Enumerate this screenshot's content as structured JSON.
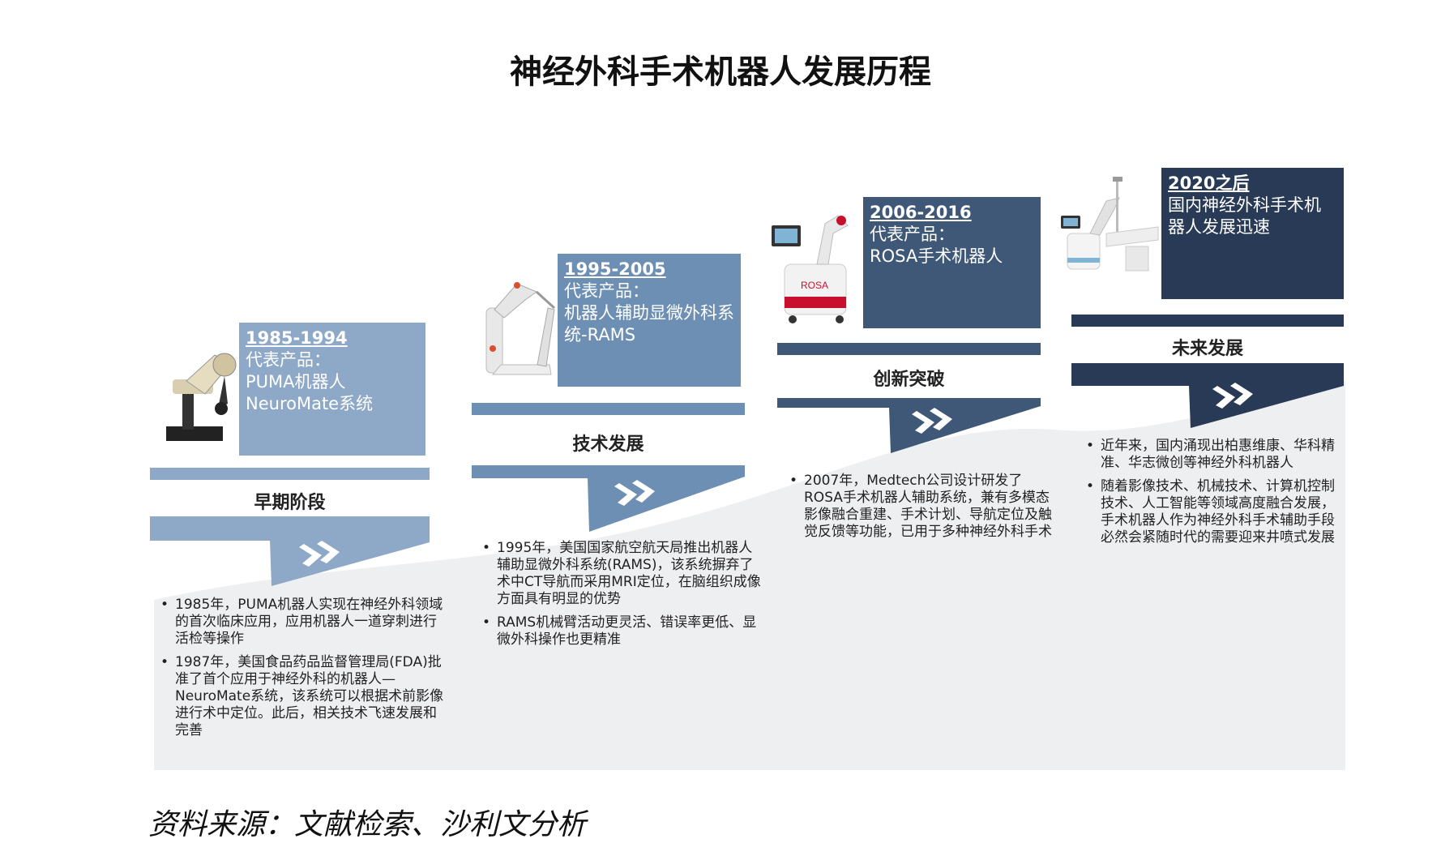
{
  "title": "神经外科手术机器人发展历程",
  "colors": {
    "stage1": "#8ea9c8",
    "stage2": "#6e8fb4",
    "stage3": "#3f5878",
    "stage4": "#283a55",
    "wave": "#eeeff1"
  },
  "stages": [
    {
      "period": "1985-1994",
      "product_label": "代表产品：",
      "product_lines": [
        "PUMA机器人",
        "NeuroMate系统"
      ],
      "label": "早期阶段",
      "image_icon": "puma-robot-icon",
      "bullets": [
        "1985年，PUMA机器人实现在神经外科领域的首次临床应用，应用机器人一道穿刺进行活检等操作",
        "1987年，美国食品药品监督管理局(FDA)批准了首个应用于神经外科的机器人—NeuroMate系统，该系统可以根据术前影像进行术中定位。此后，相关技术飞速发展和完善"
      ]
    },
    {
      "period": "1995-2005",
      "product_label": "代表产品：",
      "product_lines": [
        "机器人辅助显微外科系",
        "统-RAMS"
      ],
      "label": "技术发展",
      "image_icon": "rams-robot-arm-icon",
      "bullets": [
        "1995年，美国国家航空航天局推出机器人辅助显微外科系统(RAMS)，该系统摒弃了术中CT导航而采用MRI定位，在脑组织成像方面具有明显的优势",
        "RAMS机械臂活动更灵活、错误率更低、显微外科操作也更精准"
      ]
    },
    {
      "period": "2006-2016",
      "product_label": "代表产品：",
      "product_lines": [
        "ROSA手术机器人"
      ],
      "label": "创新突破",
      "image_icon": "rosa-robot-icon",
      "bullets": [
        "2007年，Medtech公司设计研发了ROSA手术机器人辅助系统，兼有多模态影像融合重建、手术计划、导航定位及触觉反馈等功能，已用于多种神经外科手术"
      ]
    },
    {
      "period": "2020之后",
      "product_label": "",
      "product_lines": [
        "国内神经外科手术机",
        "器人发展迅速"
      ],
      "label": "未来发展",
      "image_icon": "domestic-robot-icon",
      "bullets": [
        "近年来，国内涌现出柏惠维康、华科精准、华志微创等神经外科机器人",
        "随着影像技术、机械技术、计算机控制技术、人工智能等领域高度融合发展，手术机器人作为神经外科手术辅助手段必然会紧随时代的需要迎来井喷式发展"
      ]
    }
  ],
  "source": "资料来源：文献检索、沙利文分析"
}
